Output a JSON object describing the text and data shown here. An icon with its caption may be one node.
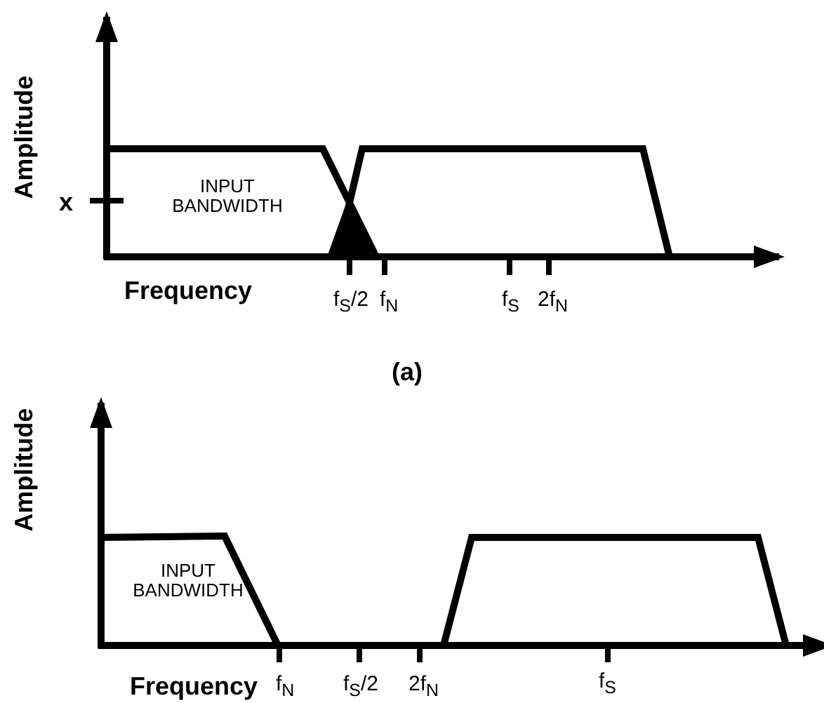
{
  "diagram": {
    "labels": [
      "Amplitude",
      "x",
      "INPUT BANDWIDTH",
      "Frequency",
      "f$_{S}$/2",
      "f$_{N}$",
      "f$_{S}$",
      "2f$_{N}$",
      "(a)",
      "Amplitude",
      "INPUT BANDWIDTH",
      "Frequency",
      "f$_{N}$",
      "f$_{S}$/2",
      "2f$_{N}$",
      "f$_{S}$"
    ]
  }
}
